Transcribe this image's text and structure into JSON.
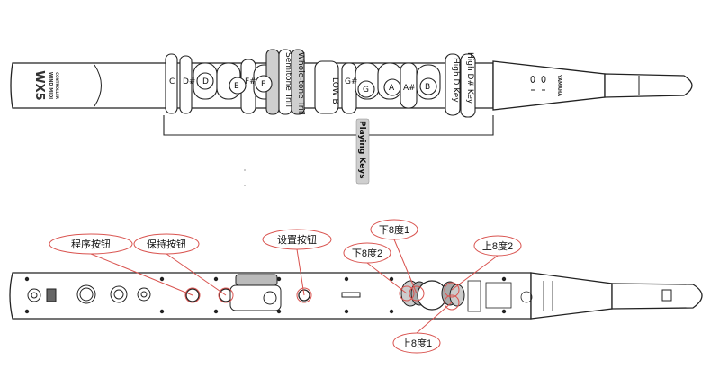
{
  "top_diagram": {
    "brand": "WX5",
    "brand_sub": "WIND MIDI",
    "brand_sub2": "CONTROLLER",
    "yamaha": "YAMAHA",
    "keys": {
      "C": "C",
      "Dsharp": "D#",
      "D": "D",
      "E": "E",
      "Fsharp": "F#",
      "F": "F",
      "semitone_trill": "Semitone Trill",
      "whole_tone_trill": "Whole-tone Trill",
      "low_b": "LOW B",
      "Gsharp": "G#",
      "G": "G",
      "A": "A",
      "Asharp": "A#",
      "B": "B",
      "high_d_key": "High D Key",
      "high_dsharp_key": "High D# Key"
    },
    "playing_keys": "Playing Keys"
  },
  "bottom_diagram": {
    "callouts": {
      "program_button": "程序按钮",
      "hold_button": "保持按钮",
      "setup_button": "设置按钮",
      "octave_down_1": "下8度1",
      "octave_down_2": "下8度2",
      "octave_up_2": "上8度2",
      "octave_up_1": "上8度1"
    },
    "callout_color": "#d9534f"
  }
}
